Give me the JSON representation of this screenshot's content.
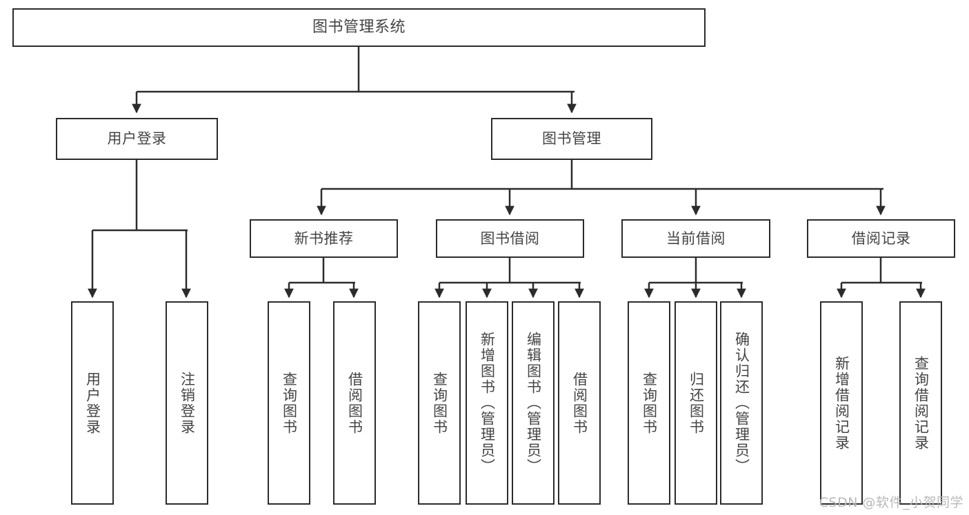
{
  "diagram": {
    "title": "图书管理系统",
    "type": "tree-hierarchy-chart",
    "watermark": "CSDN @软件_小贺同学",
    "colors": {
      "stroke": "#2b2b2b",
      "text": "#444444",
      "background": "#ffffff",
      "watermark": "#b9b9b9"
    }
  },
  "nodes": {
    "root": {
      "label": "图书管理系统"
    },
    "level2": [
      {
        "label": "用户登录"
      },
      {
        "label": "图书管理"
      }
    ],
    "level3": [
      {
        "label": "新书推荐"
      },
      {
        "label": "图书借阅"
      },
      {
        "label": "当前借阅"
      },
      {
        "label": "借阅记录"
      }
    ],
    "leaves": {
      "user_login": [
        {
          "label": "用户登录"
        },
        {
          "label": "注销登录"
        }
      ],
      "new_book": [
        {
          "label": "查询图书"
        },
        {
          "label": "借阅图书"
        }
      ],
      "book_borrow": [
        {
          "label": "查询图书"
        },
        {
          "label": "新增图书（管理员）"
        },
        {
          "label": "编辑图书（管理员）"
        },
        {
          "label": "借阅图书"
        }
      ],
      "current_borrow": [
        {
          "label": "查询图书"
        },
        {
          "label": "归还图书"
        },
        {
          "label": "确认归还（管理员）"
        }
      ],
      "borrow_record": [
        {
          "label": "新增借阅记录"
        },
        {
          "label": "查询借阅记录"
        }
      ]
    }
  }
}
